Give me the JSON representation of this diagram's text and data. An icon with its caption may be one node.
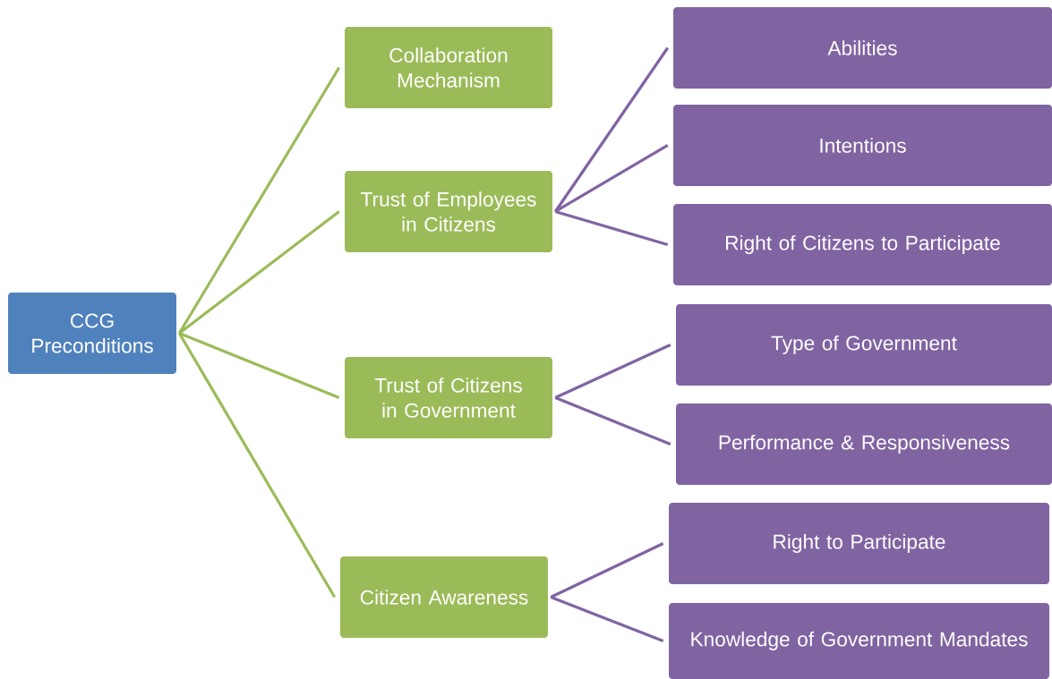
{
  "diagram": {
    "nodes": [
      {
        "text": [
          "CCG Preconditions"
        ]
      },
      {
        "text": [
          "Collaboration Mechanism"
        ]
      },
      {
        "text": [
          "Trust of Employees in Citizens"
        ]
      },
      {
        "text": [
          "Abilities"
        ]
      },
      {
        "text": [
          "Intentions"
        ]
      },
      {
        "text": [
          "Right of Citizens to Participate"
        ]
      },
      {
        "text": [
          "Trust of Citizens in Government"
        ]
      },
      {
        "text": [
          "Type of Government"
        ]
      },
      {
        "text": [
          "Performance & Responsiveness"
        ]
      },
      {
        "text": [
          "Citizen Awareness"
        ]
      },
      {
        "text": [
          "Right to Participate"
        ]
      },
      {
        "text": [
          "Knowledge of Government Mandates"
        ]
      }
    ],
    "edges": [
      {
        "from": 0,
        "to": 1,
        "arrow": "none",
        "color": "#9bbb59"
      },
      {
        "from": 0,
        "to": 2,
        "arrow": "none",
        "color": "#9bbb59"
      },
      {
        "from": 0,
        "to": 6,
        "arrow": "none",
        "color": "#9bbb59"
      },
      {
        "from": 0,
        "to": 9,
        "arrow": "none",
        "color": "#9bbb59"
      },
      {
        "from": 2,
        "to": 3,
        "arrow": "none"
      },
      {
        "from": 2,
        "to": 4,
        "arrow": "none"
      },
      {
        "from": 2,
        "to": 5,
        "arrow": "none"
      },
      {
        "from": 6,
        "to": 7,
        "arrow": "none"
      },
      {
        "from": 6,
        "to": 8,
        "arrow": "none"
      },
      {
        "from": 9,
        "to": 10,
        "arrow": "none"
      },
      {
        "from": 9,
        "to": 11,
        "arrow": "none"
      }
    ]
  }
}
